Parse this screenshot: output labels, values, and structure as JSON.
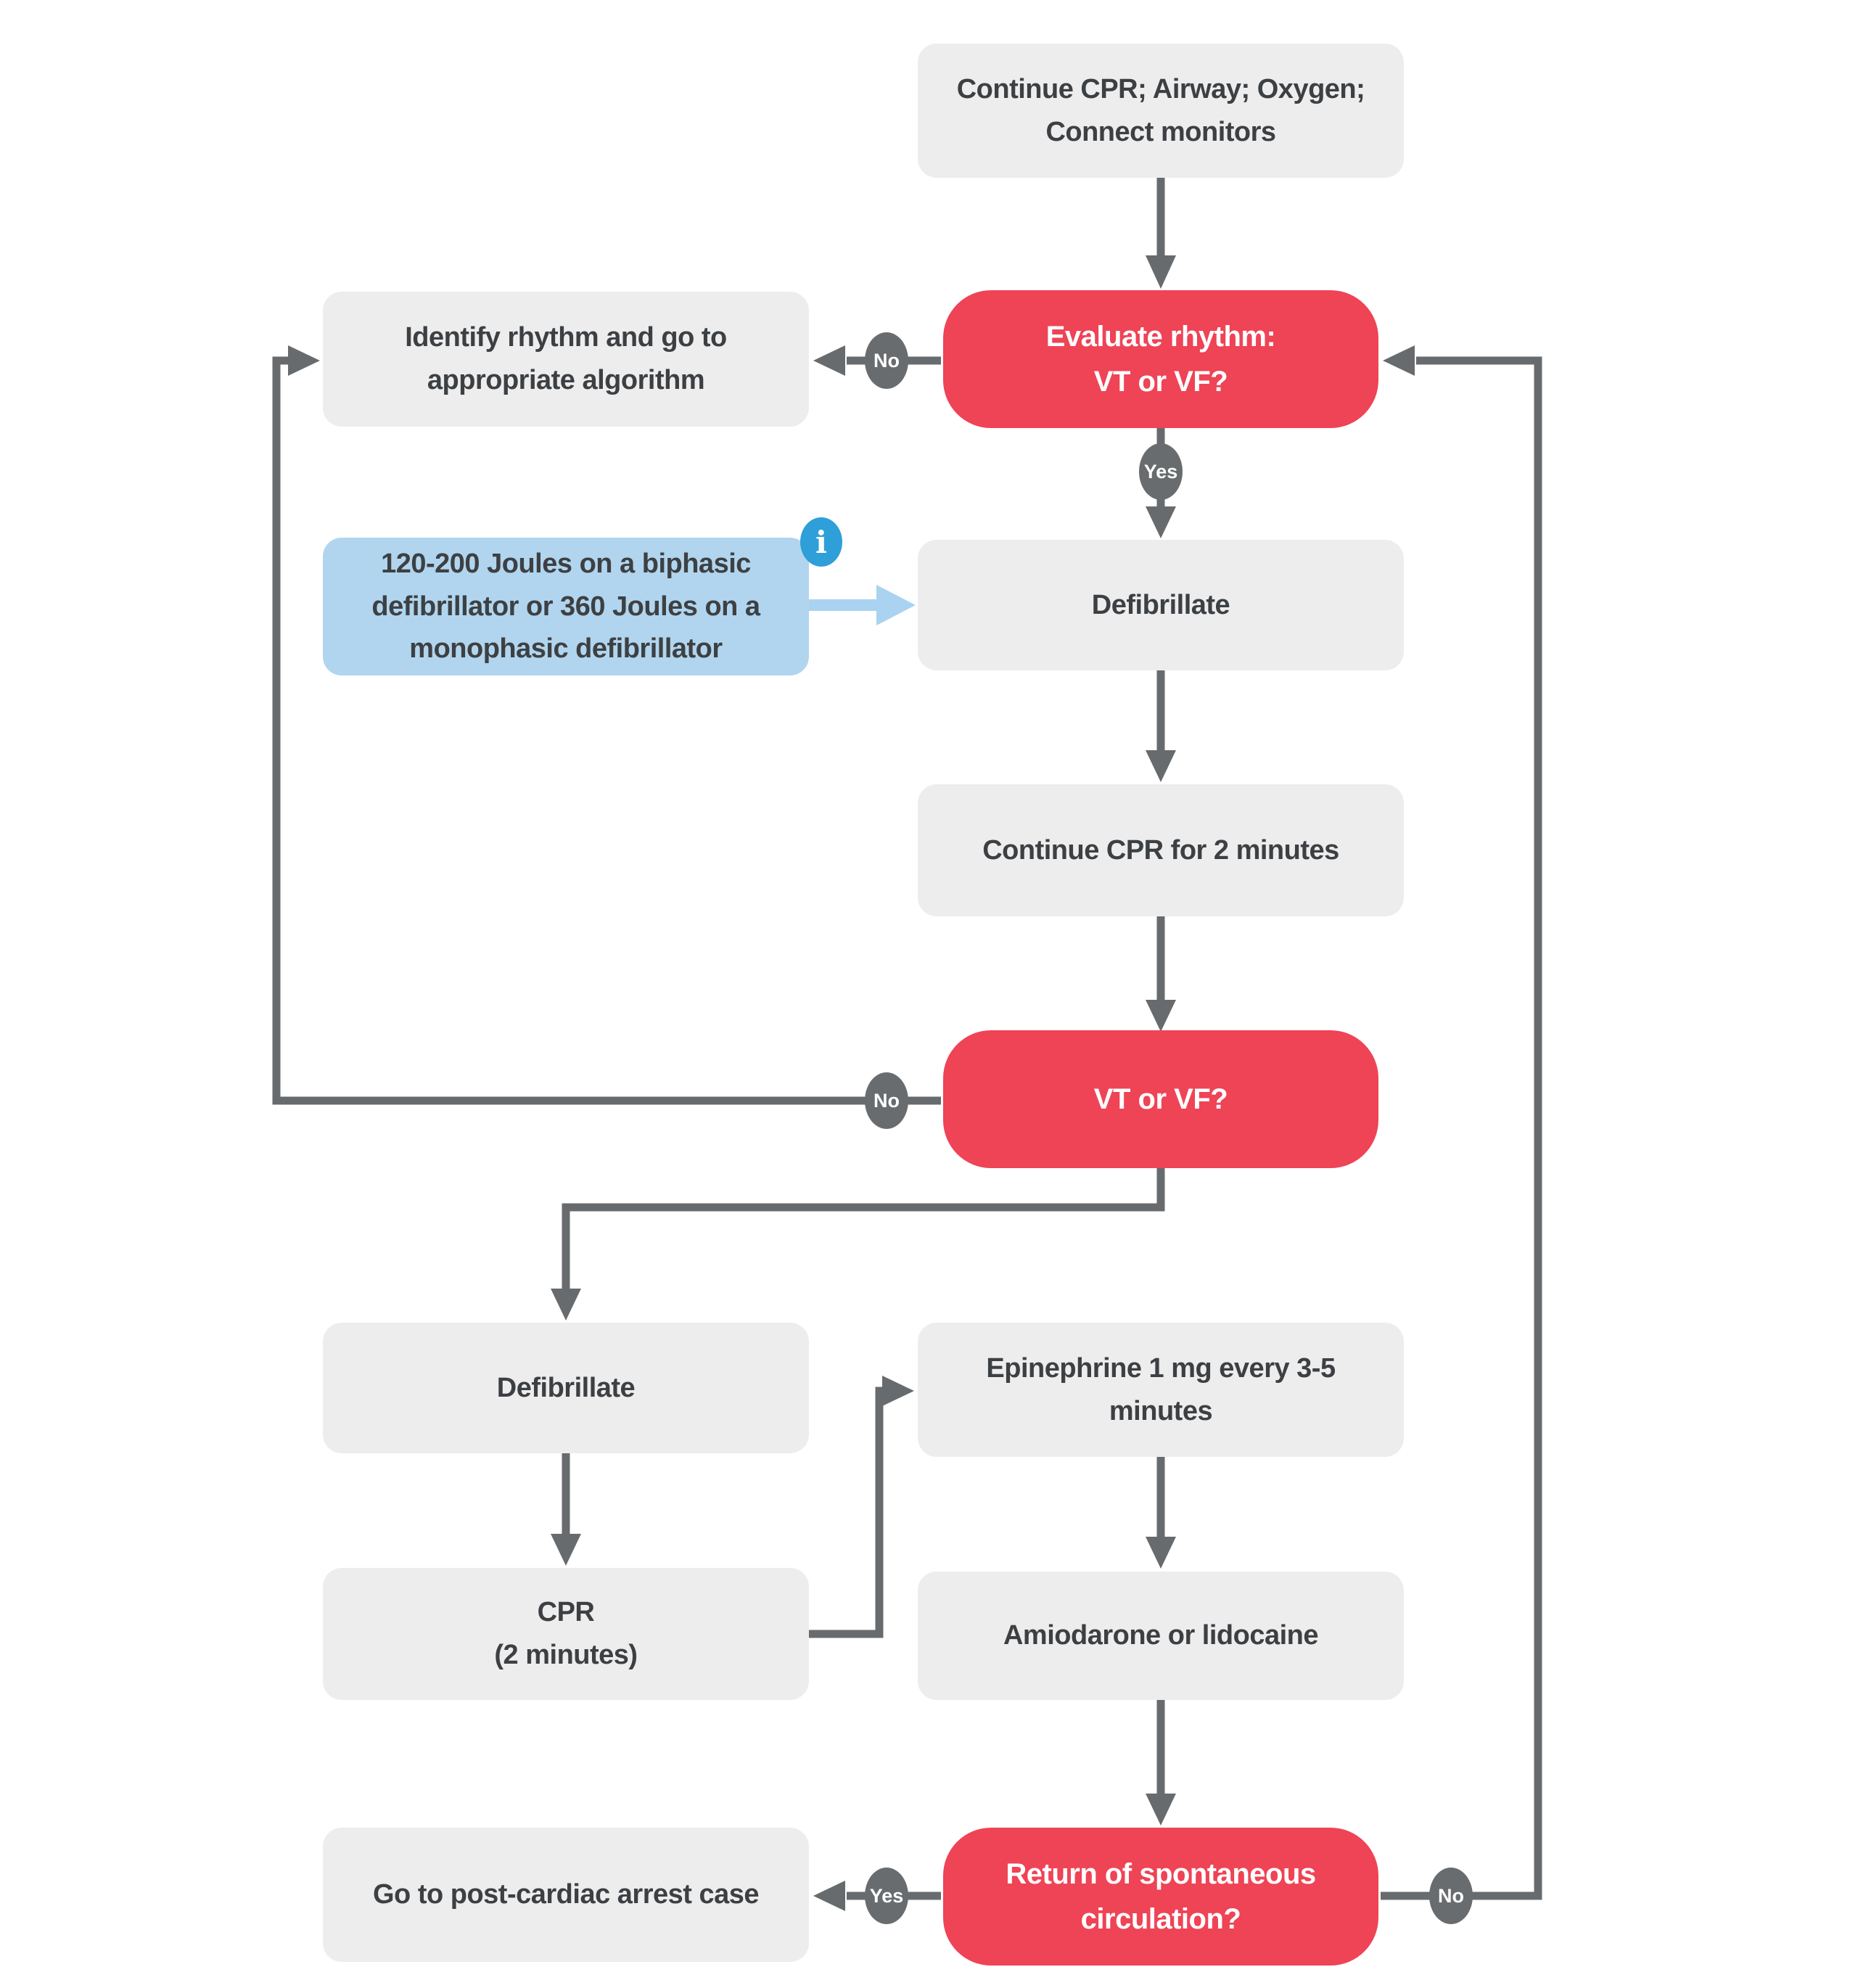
{
  "colors": {
    "red": "#ef4356",
    "box_gray": "#ededee",
    "box_text": "#3d4043",
    "line_gray": "#686b6d",
    "circle_gray": "#696c6e",
    "blue_box": "#b1d5ee",
    "blue_icon": "#2e9fd8",
    "blue_arrow": "#a9d3f0",
    "pill_text": "#ffffff"
  },
  "nodes": {
    "start": {
      "lines": [
        "Continue CPR; Airway; Oxygen;",
        "Connect monitors"
      ]
    },
    "evaluate_rhythm": {
      "lines": [
        "Evaluate rhythm:",
        "VT or VF?"
      ]
    },
    "identify_rhythm": {
      "lines": [
        "Identify rhythm and go to",
        "appropriate algorithm"
      ]
    },
    "joules_note": {
      "lines": [
        "120-200 Joules on a biphasic",
        "defibrillator or 360 Joules on a",
        "monophasic defibrillator"
      ],
      "icon": "i"
    },
    "defibrillate_1": {
      "lines": [
        "Defibrillate"
      ]
    },
    "continue_cpr_2min": {
      "lines": [
        "Continue CPR for 2 minutes"
      ]
    },
    "vt_or_vf": {
      "lines": [
        "VT or VF?"
      ]
    },
    "defibrillate_2": {
      "lines": [
        "Defibrillate"
      ]
    },
    "epinephrine": {
      "lines": [
        "Epinephrine 1 mg every 3-5",
        "minutes"
      ]
    },
    "cpr_2min": {
      "lines": [
        "CPR",
        "(2 minutes)"
      ]
    },
    "amiodarone": {
      "lines": [
        "Amiodarone or lidocaine"
      ]
    },
    "rosc": {
      "lines": [
        "Return of spontaneous",
        "circulation?"
      ]
    },
    "post_cardiac": {
      "lines": [
        "Go to post-cardiac arrest case"
      ]
    }
  },
  "edge_labels": {
    "no_1": "No",
    "yes_1": "Yes",
    "no_2": "No",
    "yes_rosc": "Yes",
    "no_rosc": "No"
  }
}
